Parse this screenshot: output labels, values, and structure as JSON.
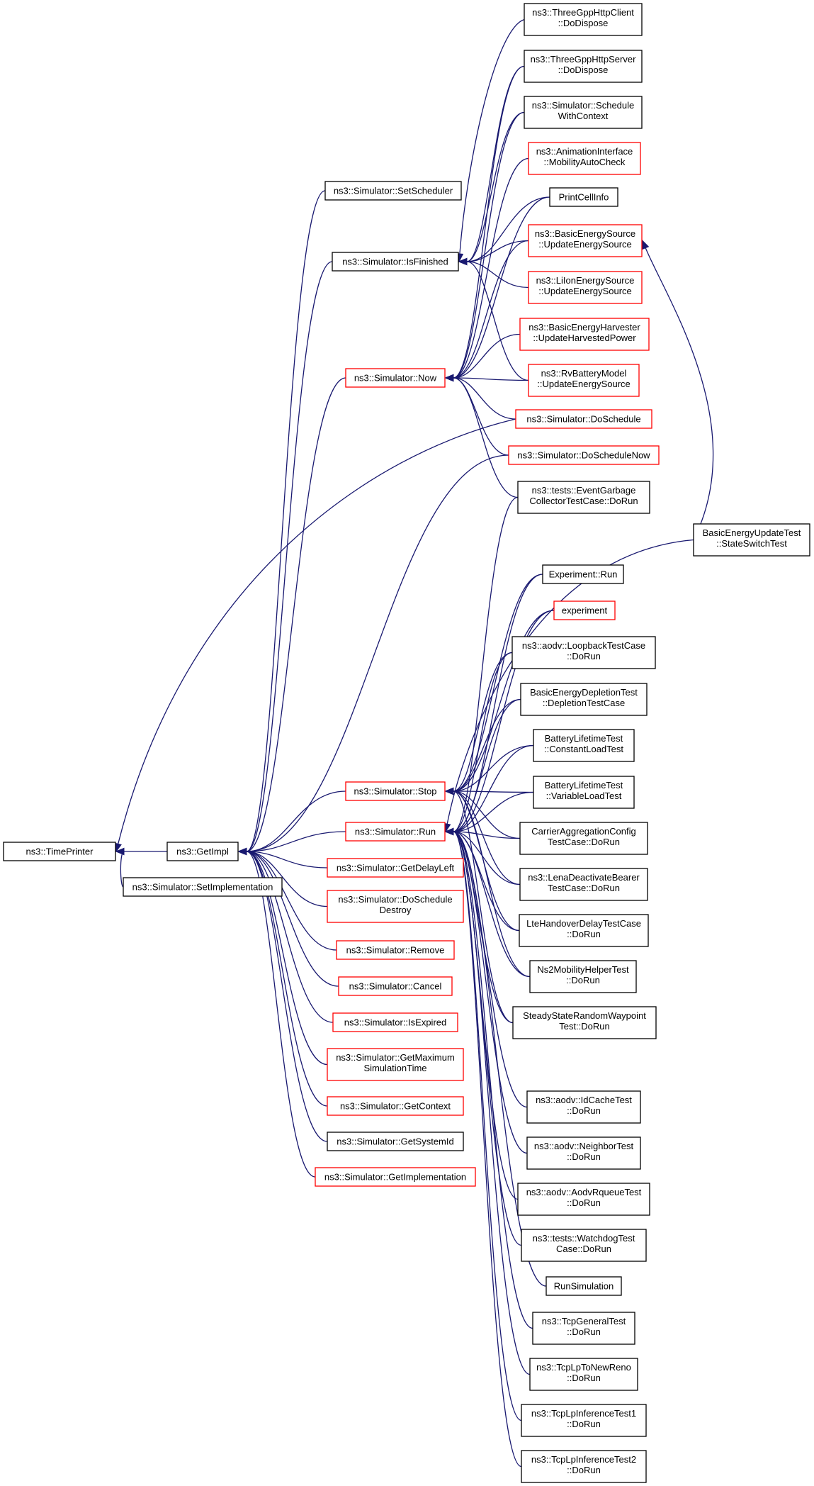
{
  "colors": {
    "edge": "#191970",
    "border_normal": "#000000",
    "border_truncated": "#ff0000",
    "fill_root": "#bfbfbf",
    "fill_normal": "#ffffff"
  },
  "nodes": [
    {
      "id": "timeprinter",
      "lines": [
        "ns3::TimePrinter"
      ],
      "kind": "root"
    },
    {
      "id": "getimpl",
      "lines": [
        "ns3::GetImpl"
      ],
      "kind": "normal"
    },
    {
      "id": "setimplementation",
      "lines": [
        "ns3::Simulator::SetImplementation"
      ],
      "kind": "normal"
    },
    {
      "id": "setscheduler",
      "lines": [
        "ns3::Simulator::SetScheduler"
      ],
      "kind": "normal"
    },
    {
      "id": "isfinished",
      "lines": [
        "ns3::Simulator::IsFinished"
      ],
      "kind": "normal"
    },
    {
      "id": "now",
      "lines": [
        "ns3::Simulator::Now"
      ],
      "kind": "truncated"
    },
    {
      "id": "stop",
      "lines": [
        "ns3::Simulator::Stop"
      ],
      "kind": "truncated"
    },
    {
      "id": "run",
      "lines": [
        "ns3::Simulator::Run"
      ],
      "kind": "truncated"
    },
    {
      "id": "getdelayleft",
      "lines": [
        "ns3::Simulator::GetDelayLeft"
      ],
      "kind": "truncated"
    },
    {
      "id": "doscheduledestroy",
      "lines": [
        "ns3::Simulator::DoSchedule",
        "Destroy"
      ],
      "kind": "truncated"
    },
    {
      "id": "remove",
      "lines": [
        "ns3::Simulator::Remove"
      ],
      "kind": "truncated"
    },
    {
      "id": "cancel",
      "lines": [
        "ns3::Simulator::Cancel"
      ],
      "kind": "truncated"
    },
    {
      "id": "isexpired",
      "lines": [
        "ns3::Simulator::IsExpired"
      ],
      "kind": "truncated"
    },
    {
      "id": "getmaximum",
      "lines": [
        "ns3::Simulator::GetMaximum",
        "SimulationTime"
      ],
      "kind": "truncated"
    },
    {
      "id": "getcontext",
      "lines": [
        "ns3::Simulator::GetContext"
      ],
      "kind": "truncated"
    },
    {
      "id": "getsystemid",
      "lines": [
        "ns3::Simulator::GetSystemId"
      ],
      "kind": "normal"
    },
    {
      "id": "getimplementation",
      "lines": [
        "ns3::Simulator::GetImplementation"
      ],
      "kind": "truncated"
    },
    {
      "id": "httpclient",
      "lines": [
        "ns3::ThreeGppHttpClient",
        "::DoDispose"
      ],
      "kind": "normal"
    },
    {
      "id": "httpserver",
      "lines": [
        "ns3::ThreeGppHttpServer",
        "::DoDispose"
      ],
      "kind": "normal"
    },
    {
      "id": "schedulewithcontext",
      "lines": [
        "ns3::Simulator::Schedule",
        "WithContext"
      ],
      "kind": "normal"
    },
    {
      "id": "mobilityautocheck",
      "lines": [
        "ns3::AnimationInterface",
        "::MobilityAutoCheck"
      ],
      "kind": "truncated"
    },
    {
      "id": "printcellinfo",
      "lines": [
        "PrintCellInfo"
      ],
      "kind": "normal"
    },
    {
      "id": "basicenergysource",
      "lines": [
        "ns3::BasicEnergySource",
        "::UpdateEnergySource"
      ],
      "kind": "truncated"
    },
    {
      "id": "lionenergysource",
      "lines": [
        "ns3::LiIonEnergySource",
        "::UpdateEnergySource"
      ],
      "kind": "truncated"
    },
    {
      "id": "basicenergyharvester",
      "lines": [
        "ns3::BasicEnergyHarvester",
        "::UpdateHarvestedPower"
      ],
      "kind": "truncated"
    },
    {
      "id": "rvbattery",
      "lines": [
        "ns3::RvBatteryModel",
        "::UpdateEnergySource"
      ],
      "kind": "truncated"
    },
    {
      "id": "doschedule",
      "lines": [
        "ns3::Simulator::DoSchedule"
      ],
      "kind": "truncated"
    },
    {
      "id": "doschedulenow",
      "lines": [
        "ns3::Simulator::DoScheduleNow"
      ],
      "kind": "truncated"
    },
    {
      "id": "eventgarbage",
      "lines": [
        "ns3::tests::EventGarbage",
        "CollectorTestCase::DoRun"
      ],
      "kind": "normal"
    },
    {
      "id": "basicenergyupdatetest",
      "lines": [
        "BasicEnergyUpdateTest",
        "::StateSwitchTest"
      ],
      "kind": "normal"
    },
    {
      "id": "experimentrun",
      "lines": [
        "Experiment::Run"
      ],
      "kind": "normal"
    },
    {
      "id": "experiment",
      "lines": [
        "experiment"
      ],
      "kind": "truncated"
    },
    {
      "id": "loopback",
      "lines": [
        "ns3::aodv::LoopbackTestCase",
        "::DoRun"
      ],
      "kind": "normal"
    },
    {
      "id": "depletion",
      "lines": [
        "BasicEnergyDepletionTest",
        "::DepletionTestCase"
      ],
      "kind": "normal"
    },
    {
      "id": "constantload",
      "lines": [
        "BatteryLifetimeTest",
        "::ConstantLoadTest"
      ],
      "kind": "normal"
    },
    {
      "id": "variableload",
      "lines": [
        "BatteryLifetimeTest",
        "::VariableLoadTest"
      ],
      "kind": "normal"
    },
    {
      "id": "carrieraggregation",
      "lines": [
        "CarrierAggregationConfig",
        "TestCase::DoRun"
      ],
      "kind": "normal"
    },
    {
      "id": "lenadeactivate",
      "lines": [
        "ns3::LenaDeactivateBearer",
        "TestCase::DoRun"
      ],
      "kind": "normal"
    },
    {
      "id": "ltehandover",
      "lines": [
        "LteHandoverDelayTestCase",
        "::DoRun"
      ],
      "kind": "normal"
    },
    {
      "id": "ns2mobility",
      "lines": [
        "Ns2MobilityHelperTest",
        "::DoRun"
      ],
      "kind": "normal"
    },
    {
      "id": "steadystate",
      "lines": [
        "SteadyStateRandomWaypoint",
        "Test::DoRun"
      ],
      "kind": "normal"
    },
    {
      "id": "idcache",
      "lines": [
        "ns3::aodv::IdCacheTest",
        "::DoRun"
      ],
      "kind": "normal"
    },
    {
      "id": "neighbor",
      "lines": [
        "ns3::aodv::NeighborTest",
        "::DoRun"
      ],
      "kind": "normal"
    },
    {
      "id": "rqueue",
      "lines": [
        "ns3::aodv::AodvRqueueTest",
        "::DoRun"
      ],
      "kind": "normal"
    },
    {
      "id": "watchdog",
      "lines": [
        "ns3::tests::WatchdogTest",
        "Case::DoRun"
      ],
      "kind": "normal"
    },
    {
      "id": "runsimulation",
      "lines": [
        "RunSimulation"
      ],
      "kind": "normal"
    },
    {
      "id": "tcpgeneral",
      "lines": [
        "ns3::TcpGeneralTest",
        "::DoRun"
      ],
      "kind": "normal"
    },
    {
      "id": "tcplpnewreno",
      "lines": [
        "ns3::TcpLpToNewReno",
        "::DoRun"
      ],
      "kind": "normal"
    },
    {
      "id": "tcplpinf1",
      "lines": [
        "ns3::TcpLpInferenceTest1",
        "::DoRun"
      ],
      "kind": "normal"
    },
    {
      "id": "tcplpinf2",
      "lines": [
        "ns3::TcpLpInferenceTest2",
        "::DoRun"
      ],
      "kind": "normal"
    }
  ],
  "edges": [
    [
      "getimpl",
      "timeprinter"
    ],
    [
      "setimplementation",
      "timeprinter"
    ],
    [
      "doschedule",
      "timeprinter"
    ],
    [
      "setscheduler",
      "getimpl"
    ],
    [
      "isfinished",
      "getimpl"
    ],
    [
      "now",
      "getimpl"
    ],
    [
      "stop",
      "getimpl"
    ],
    [
      "run",
      "getimpl"
    ],
    [
      "getdelayleft",
      "getimpl"
    ],
    [
      "doscheduledestroy",
      "getimpl"
    ],
    [
      "remove",
      "getimpl"
    ],
    [
      "cancel",
      "getimpl"
    ],
    [
      "isexpired",
      "getimpl"
    ],
    [
      "getmaximum",
      "getimpl"
    ],
    [
      "getcontext",
      "getimpl"
    ],
    [
      "getsystemid",
      "getimpl"
    ],
    [
      "getimplementation",
      "getimpl"
    ],
    [
      "doschedulenow",
      "getimpl"
    ],
    [
      "httpclient",
      "isfinished"
    ],
    [
      "httpserver",
      "isfinished"
    ],
    [
      "schedulewithcontext",
      "isfinished"
    ],
    [
      "printcellinfo",
      "isfinished"
    ],
    [
      "basicenergysource",
      "isfinished"
    ],
    [
      "lionenergysource",
      "isfinished"
    ],
    [
      "rvbattery",
      "isfinished"
    ],
    [
      "httpserver",
      "now"
    ],
    [
      "schedulewithcontext",
      "now"
    ],
    [
      "mobilityautocheck",
      "now"
    ],
    [
      "printcellinfo",
      "now"
    ],
    [
      "basicenergysource",
      "now"
    ],
    [
      "basicenergyharvester",
      "now"
    ],
    [
      "rvbattery",
      "now"
    ],
    [
      "doschedule",
      "now"
    ],
    [
      "doschedulenow",
      "now"
    ],
    [
      "eventgarbage",
      "now"
    ],
    [
      "basicenergyupdatetest",
      "basicenergysource"
    ],
    [
      "experimentrun",
      "stop"
    ],
    [
      "experiment",
      "stop"
    ],
    [
      "loopback",
      "stop"
    ],
    [
      "depletion",
      "stop"
    ],
    [
      "constantload",
      "stop"
    ],
    [
      "variableload",
      "stop"
    ],
    [
      "carrieraggregation",
      "stop"
    ],
    [
      "lenadeactivate",
      "stop"
    ],
    [
      "ltehandover",
      "stop"
    ],
    [
      "ns2mobility",
      "stop"
    ],
    [
      "steadystate",
      "stop"
    ],
    [
      "eventgarbage",
      "run"
    ],
    [
      "basicenergyupdatetest",
      "run"
    ],
    [
      "experimentrun",
      "run"
    ],
    [
      "experiment",
      "run"
    ],
    [
      "loopback",
      "run"
    ],
    [
      "depletion",
      "run"
    ],
    [
      "constantload",
      "run"
    ],
    [
      "variableload",
      "run"
    ],
    [
      "carrieraggregation",
      "run"
    ],
    [
      "lenadeactivate",
      "run"
    ],
    [
      "ltehandover",
      "run"
    ],
    [
      "ns2mobility",
      "run"
    ],
    [
      "steadystate",
      "run"
    ],
    [
      "idcache",
      "run"
    ],
    [
      "neighbor",
      "run"
    ],
    [
      "rqueue",
      "run"
    ],
    [
      "watchdog",
      "run"
    ],
    [
      "runsimulation",
      "run"
    ],
    [
      "tcpgeneral",
      "run"
    ],
    [
      "tcplpnewreno",
      "run"
    ],
    [
      "tcplpinf1",
      "run"
    ],
    [
      "tcplpinf2",
      "run"
    ]
  ]
}
